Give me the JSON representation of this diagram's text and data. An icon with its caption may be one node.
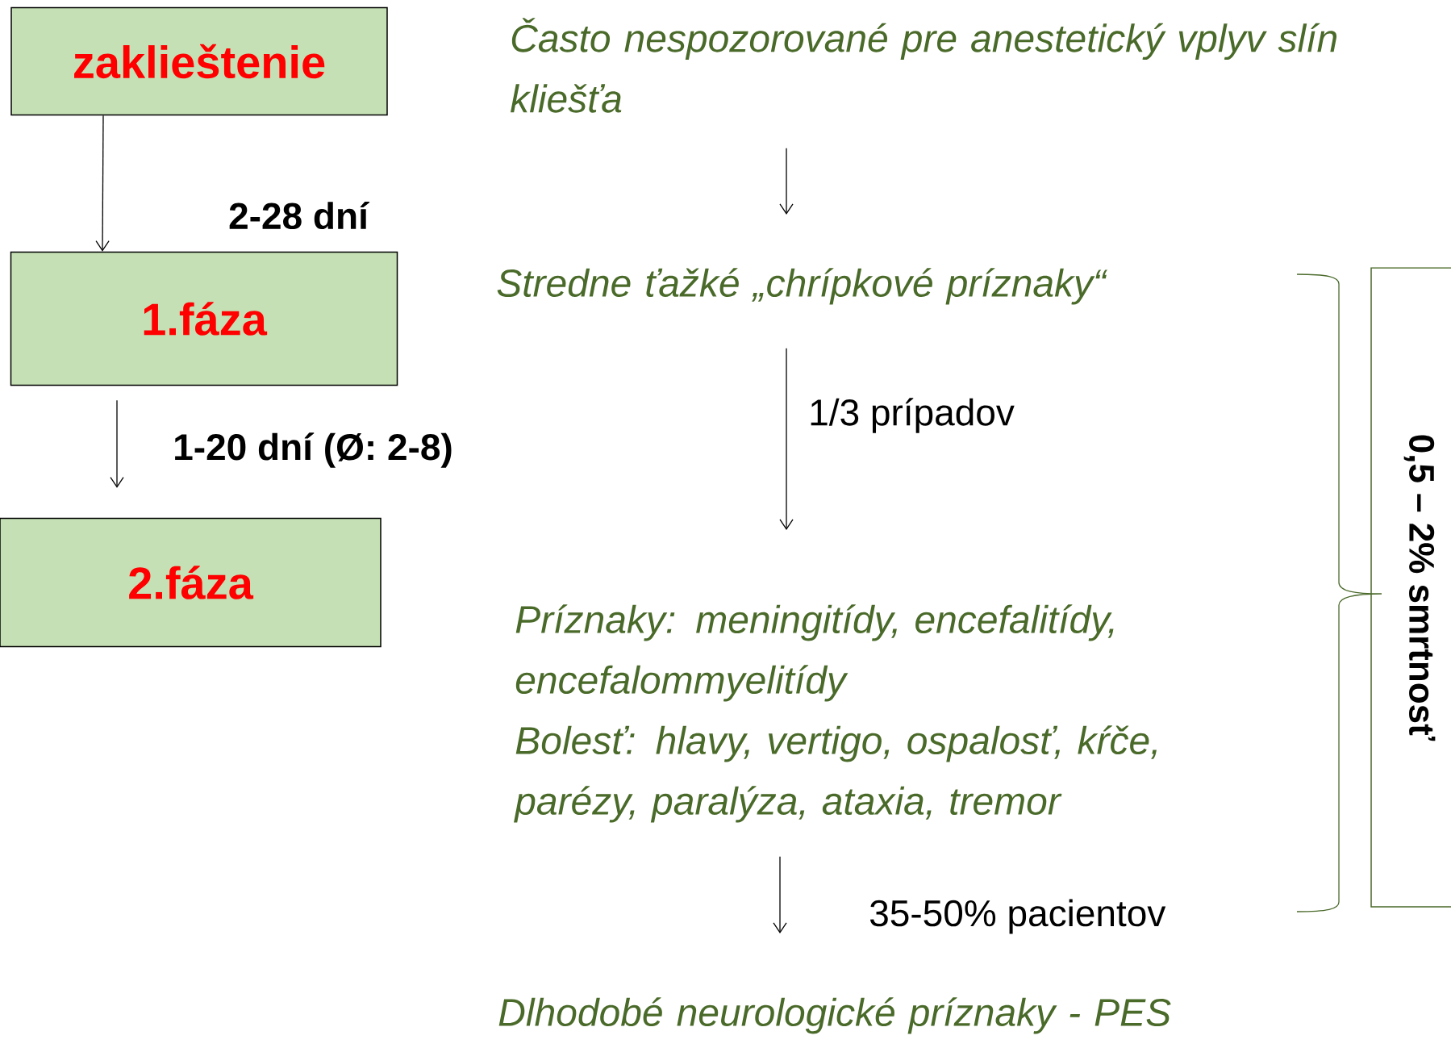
{
  "diagram": {
    "nodes": [
      {
        "text": [
          "zaklieštenie"
        ]
      },
      {
        "text": [
          "1.fáza"
        ]
      },
      {
        "text": [
          "2.fáza"
        ]
      },
      {
        "text": [
          "Často nespozorované pre anestetický vplyv slín kliešťa"
        ]
      },
      {
        "text": [
          "Stredne ťažké „chrípkové  príznaky“"
        ]
      },
      {
        "text": [
          "Príznaky:   meningitídy,  encefalitídy, encefalommyelitídy",
          "Bolesť:  hlavy, vertigo, ospalosť, kŕče, parézy, paralýza, ataxia, tremor"
        ]
      },
      {
        "text": [
          "Dlhodobé neurologické príznaky   -    PES"
        ]
      },
      {
        "text": [
          "0,5 – 2%   smrtnosť"
        ]
      }
    ],
    "edges": [
      {
        "from": 0,
        "to": 1,
        "arrow": "to",
        "label": "2-28 dní"
      },
      {
        "from": 1,
        "to": 2,
        "arrow": "to",
        "label": "1-20 dní (Ø: 2-8)"
      },
      {
        "from": 3,
        "to": 4,
        "arrow": "to"
      },
      {
        "from": 4,
        "to": 5,
        "arrow": "to",
        "label": "1/3  prípadov"
      },
      {
        "from": 5,
        "to": 6,
        "arrow": "to",
        "label": "35-50% pacientov"
      }
    ]
  }
}
